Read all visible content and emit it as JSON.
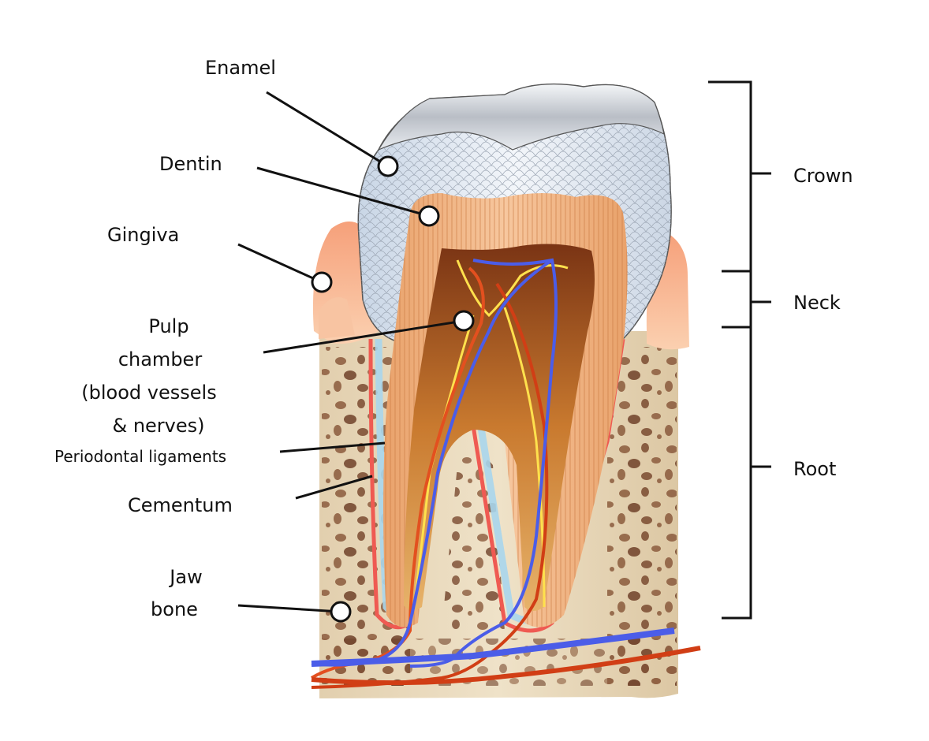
{
  "diagram": {
    "labels": {
      "enamel": "Enamel",
      "dentin": "Dentin",
      "gingiva": "Gingiva",
      "pulp_line1": "Pulp",
      "pulp_line2": "chamber",
      "pulp_line3": "(blood vessels",
      "pulp_line4": "& nerves)",
      "periodontal": "Periodontal ligaments",
      "cementum": "Cementum",
      "jaw_line1": "Jaw",
      "jaw_line2": "bone",
      "crown": "Crown",
      "neck": "Neck",
      "root": "Root"
    }
  }
}
